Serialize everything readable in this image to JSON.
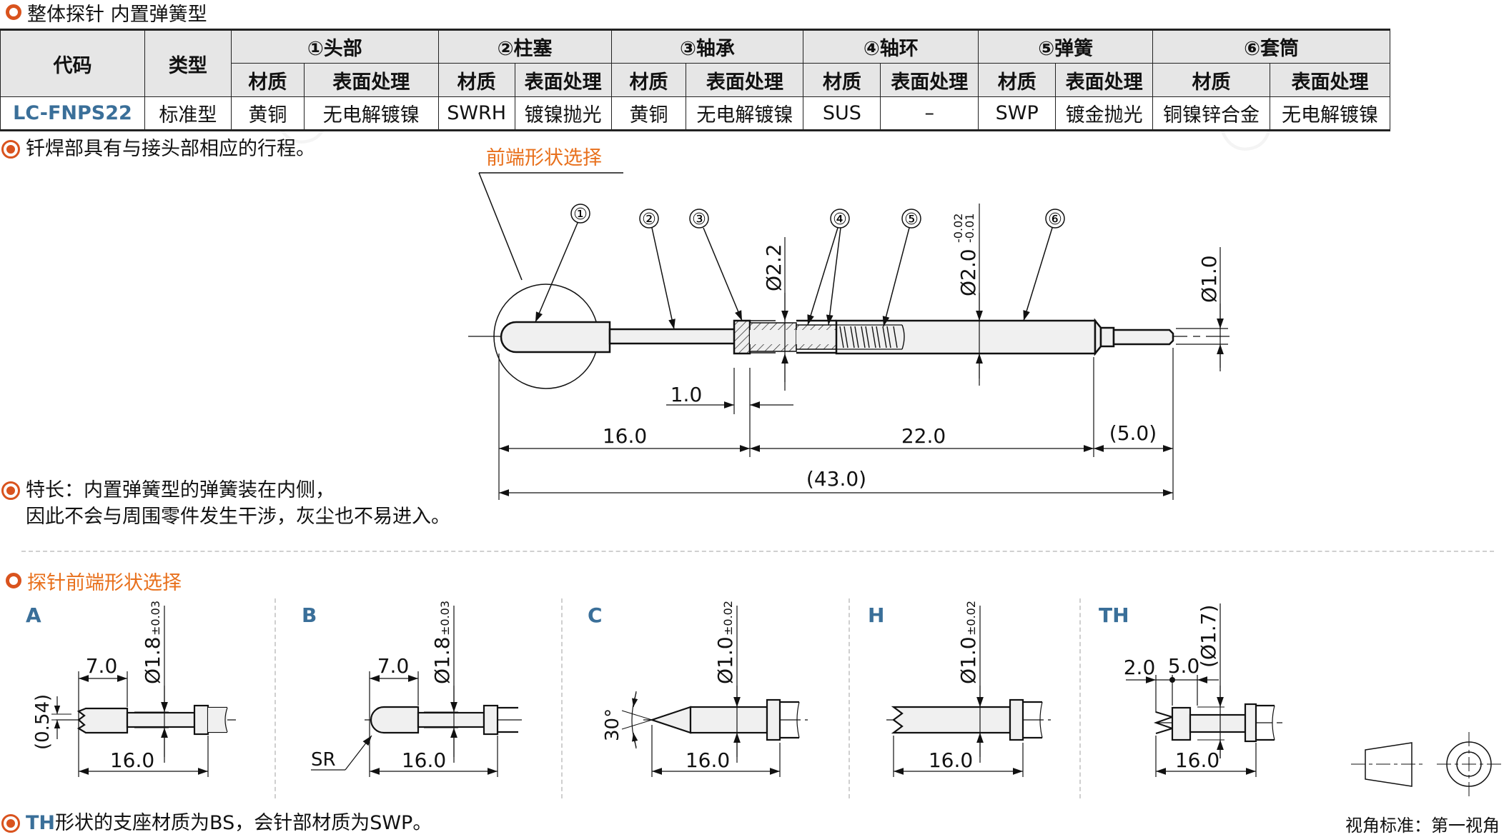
{
  "header": {
    "title": "整体探针 内置弹簧型",
    "icon": "ring-icon"
  },
  "table": {
    "col_code": "代码",
    "col_type": "类型",
    "groups": [
      {
        "label": "①头部"
      },
      {
        "label": "②柱塞"
      },
      {
        "label": "③轴承"
      },
      {
        "label": "④轴环"
      },
      {
        "label": "⑤弹簧"
      },
      {
        "label": "⑥套筒"
      }
    ],
    "sub_material": "材质",
    "sub_surface": "表面处理",
    "rows": [
      {
        "code": "LC-FNPS22",
        "type": "标准型",
        "cells": [
          "黄铜",
          "无电解镀镍",
          "SWRH",
          "镀镍抛光",
          "黄铜",
          "无电解镀镍",
          "SUS",
          "–",
          "SWP",
          "镀金抛光",
          "铜镍锌合金",
          "无电解镀镍"
        ]
      }
    ]
  },
  "notes": {
    "stroke": "钎焊部具有与接头部相应的行程。",
    "feature_line1": "特长：内置弹簧型的弹簧装在内侧，",
    "feature_line2": "因此不会与周围零件发生干涉，灰尘也不易进入。",
    "th_prefix": "TH",
    "th_text": "形状的支座材质为BS，会针部材质为SWP。"
  },
  "main_drawing": {
    "tip_select_label": "前端形状选择",
    "callouts": [
      "①",
      "②",
      "③",
      "④",
      "⑤",
      "⑥"
    ],
    "dia_bearing": "Ø2.2",
    "dia_sleeve": "Ø2.0",
    "dia_sleeve_tol_upper": "-0.02",
    "dia_sleeve_tol_lower": "-0.01",
    "dia_tail": "Ø1.0",
    "dim_1": "1.0",
    "dim_16": "16.0",
    "dim_22": "22.0",
    "dim_5": "(5.0)",
    "dim_43": "(43.0)"
  },
  "tip_section": {
    "title": "探针前端形状选择",
    "shapes": [
      {
        "label": "A",
        "dia": "Ø1.8",
        "tol": "±0.03",
        "len": "7.0",
        "total": "16.0",
        "extra": "(0.54)"
      },
      {
        "label": "B",
        "dia": "Ø1.8",
        "tol": "±0.03",
        "len": "7.0",
        "total": "16.0",
        "extra": "SR"
      },
      {
        "label": "C",
        "dia": "Ø1.0",
        "tol": "±0.02",
        "total": "16.0",
        "extra": "30°"
      },
      {
        "label": "H",
        "dia": "Ø1.0",
        "tol": "±0.02",
        "total": "16.0"
      },
      {
        "label": "TH",
        "dia": "(Ø1.7)",
        "len_a": "2.0",
        "len_b": "5.0",
        "total": "16.0"
      }
    ],
    "projection_label": "视角标准：第一视角"
  },
  "colors": {
    "accent_orange": "#d9531e",
    "title_orange": "#e8701c",
    "code_blue": "#3a6f99",
    "header_gray": "#e6e6e6",
    "part_fill": "#f0f0f0"
  }
}
